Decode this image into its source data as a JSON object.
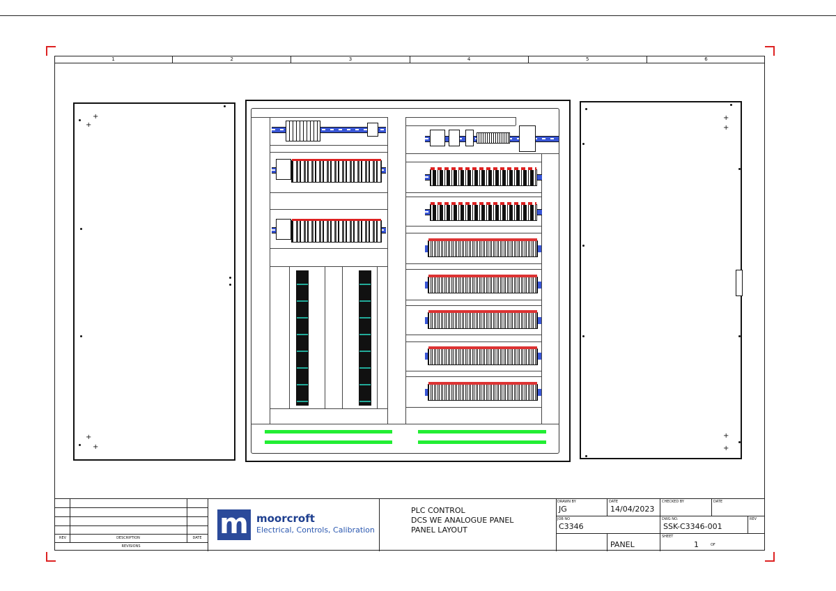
{
  "drawing": {
    "zones": [
      "1",
      "2",
      "3",
      "4",
      "5",
      "6"
    ]
  },
  "revisions": {
    "rev_label": "REV",
    "description_label": "DESCRIPTION",
    "date_label": "DATE",
    "footer_label": "REVISIONS"
  },
  "logo": {
    "mark": "m",
    "brand": "moorcroft",
    "tagline": "Electrical, Controls, Calibration",
    "brand_color": "#1e3f8f"
  },
  "title": {
    "line1": "PLC CONTROL",
    "line2": "DCS WE ANALOGUE PANEL",
    "line3": "PANEL LAYOUT"
  },
  "info": {
    "drawn_by_label": "DRAWN BY",
    "drawn_by": "JG",
    "date_label": "DATE",
    "date": "14/04/2023",
    "checked_by_label": "CHECKED BY",
    "checked_date_label": "DATE",
    "job_no_label": "JOB NO",
    "job_no": "C3346",
    "dwg_no_label": "DWG NO.",
    "dwg_no": "SSK-C3346-001",
    "rev_label": "REV",
    "panel": "PANEL",
    "sheet_label": "SHEET",
    "sheet": "1",
    "of_label": "OF"
  },
  "colors": {
    "din_rail": "#3956d6",
    "terminal_marker": "#d22222",
    "wiring_duct_label": "#22ee33",
    "corner_marks": "#d22222"
  }
}
